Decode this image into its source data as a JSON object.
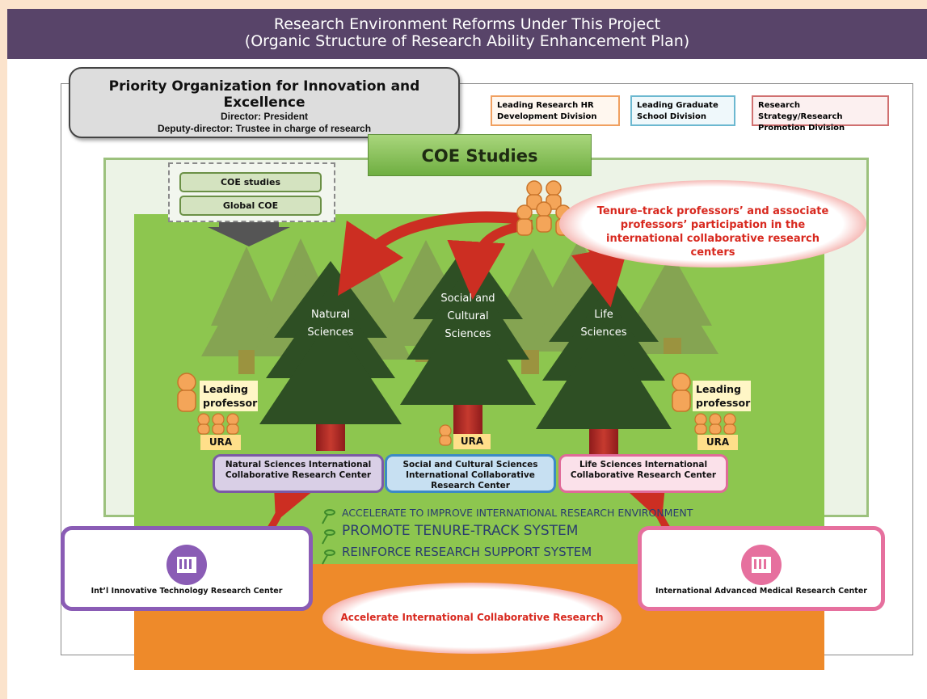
{
  "header": {
    "title_line1": "Research Environment Reforms Under This Project",
    "title_line2": "(Organic Structure of Research Ability Enhancement Plan)"
  },
  "priority": {
    "title": "Priority Organization for Innovation and Excellence",
    "director": "Director: President",
    "deputy": "Deputy-director: Trustee in charge of research"
  },
  "divisions": [
    {
      "label": "Leading Research HR Development Division",
      "color": "#f0a060"
    },
    {
      "label": "Leading Graduate School Division",
      "color": "#6cb8d0"
    },
    {
      "label": "Research Strategy/Research Promotion Division",
      "color": "#d07070"
    }
  ],
  "coe_banner": "COE Studies",
  "coe_items": [
    "COE studies",
    "Global COE"
  ],
  "tenure_callout": "Tenure–track professors’ and associate professors’ participation in the international collaborative research centers",
  "trees": [
    {
      "label": "Natural Sciences"
    },
    {
      "label": "Social and Cultural Sciences"
    },
    {
      "label": "Life Sciences"
    }
  ],
  "leading_professor_label": "Leading professor",
  "ura_label": "URA",
  "centers": [
    {
      "label": "Natural Sciences International Collaborative Research Center",
      "border": "#7b5aa6",
      "fill": "#d9cfe6"
    },
    {
      "label": "Social and Cultural Sciences International Collaborative Research Center",
      "border": "#3c8ac6",
      "fill": "#c7e0f2"
    },
    {
      "label": "Life Sciences International Collaborative Research Center",
      "border": "#e06a98",
      "fill": "#fbe1ea"
    }
  ],
  "messages": [
    "ACCELERATE TO IMPROVE INTERNATIONAL RESEARCH ENVIRONMENT",
    "PROMOTE TENURE-TRACK SYSTEM",
    "REINFORCE RESEARCH SUPPORT SYSTEM"
  ],
  "research_centers": [
    {
      "label": "Int’l Innovative Technology Research Center",
      "color": "#8a5cb5"
    },
    {
      "label": "International Advanced Medical Research Center",
      "color": "#e6709e"
    }
  ],
  "bottom_callout": "Accelerate International Collaborative Research"
}
